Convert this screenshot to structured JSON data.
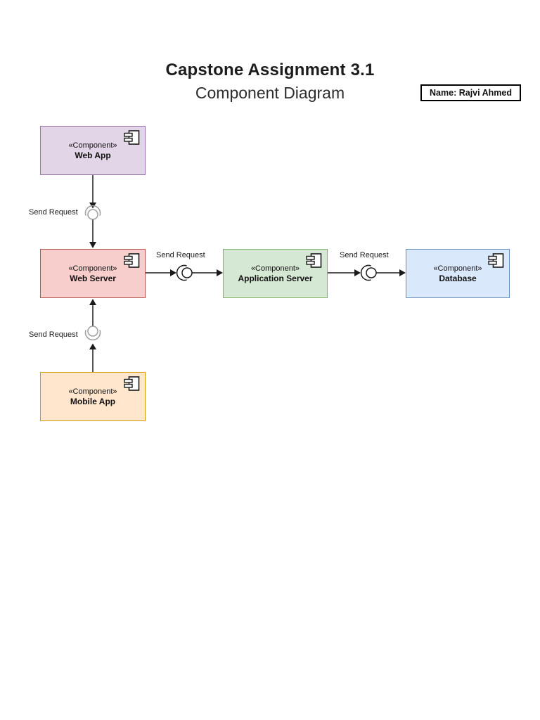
{
  "page": {
    "title": "Capstone Assignment 3.1",
    "subtitle": "Component Diagram",
    "author_label": "Name: Rajvi Ahmed"
  },
  "diagram": {
    "stereotype": "«Component»",
    "components": [
      {
        "id": "web-app",
        "name": "Web App",
        "fill": "#E1D5E7",
        "stroke": "#9673A6"
      },
      {
        "id": "web-server",
        "name": "Web Server",
        "fill": "#F8CECC",
        "stroke": "#B85450"
      },
      {
        "id": "application-server",
        "name": "Application Server",
        "fill": "#D5E8D4",
        "stroke": "#82B366"
      },
      {
        "id": "database",
        "name": "Database",
        "fill": "#DAE8FC",
        "stroke": "#6C8EBF"
      },
      {
        "id": "mobile-app",
        "name": "Mobile App",
        "fill": "#FFE6CC",
        "stroke": "#D79B00"
      }
    ],
    "connections": [
      {
        "from": "Web App",
        "to": "Web Server",
        "label": "Send Request"
      },
      {
        "from": "Mobile App",
        "to": "Web Server",
        "label": "Send Request"
      },
      {
        "from": "Web Server",
        "to": "Application Server",
        "label": "Send Request"
      },
      {
        "from": "Application Server",
        "to": "Database",
        "label": "Send Request"
      }
    ],
    "edge_color": "#1a1a1a",
    "interface_symbol_color_vertical": "#9e9e9e",
    "interface_symbol_color_horizontal": "#1a1a1a"
  }
}
